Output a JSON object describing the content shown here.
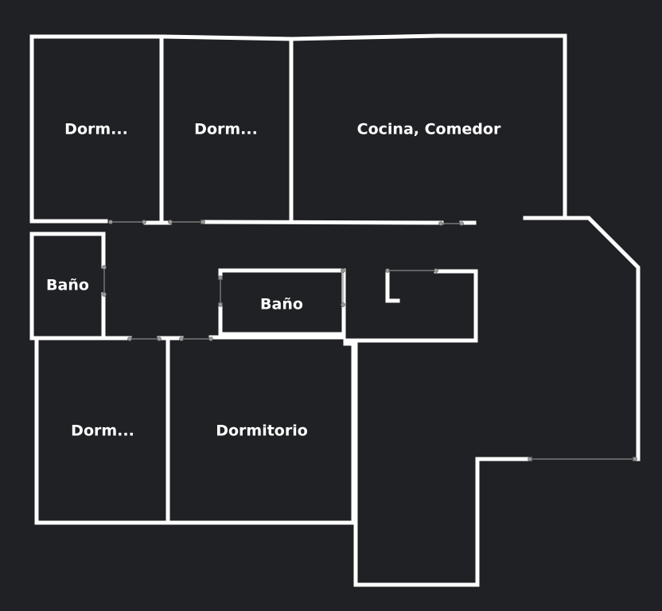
{
  "colors": {
    "background": "#202124",
    "wall": "#ffffff",
    "opening": "#8a8a8a"
  },
  "rooms": [
    {
      "id": "dorm-1",
      "label": "Dorm..."
    },
    {
      "id": "dorm-2",
      "label": "Dorm..."
    },
    {
      "id": "cocina-comedor",
      "label": "Cocina, Comedor"
    },
    {
      "id": "bano-1",
      "label": "Baño"
    },
    {
      "id": "bano-2",
      "label": "Baño"
    },
    {
      "id": "dorm-3",
      "label": "Dorm..."
    },
    {
      "id": "dormitorio",
      "label": "Dormitorio"
    }
  ]
}
